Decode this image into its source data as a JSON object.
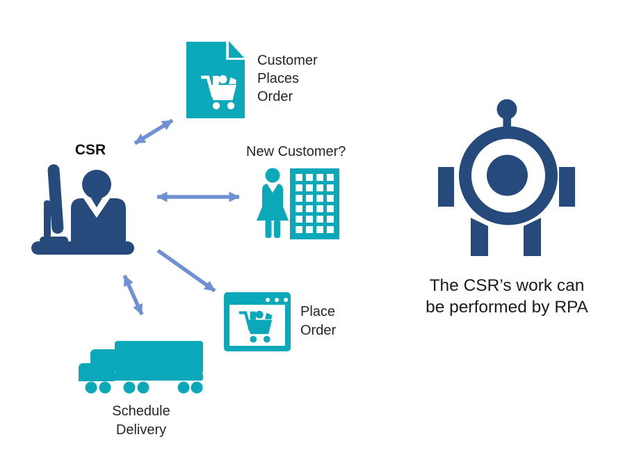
{
  "colors": {
    "teal": "#0AA8B8",
    "dark_blue": "#274A7C",
    "arrow_blue": "#6F90D3",
    "label_text": "#262626"
  },
  "labels": {
    "csr": "CSR",
    "customer_places_order": "Customer\nPlaces\nOrder",
    "new_customer": "New Customer?",
    "place_order": "Place\nOrder",
    "schedule_delivery": "Schedule\nDelivery",
    "rpa_caption": "The CSR’s work can\nbe performed by RPA"
  },
  "icons": {
    "csr": "person-at-desk-icon",
    "customer_places_order": "document-with-cart-icon",
    "new_customer": "person-and-building-icon",
    "place_order": "browser-window-cart-icon",
    "schedule_delivery": "truck-icon",
    "rpa": "robot-icon"
  }
}
